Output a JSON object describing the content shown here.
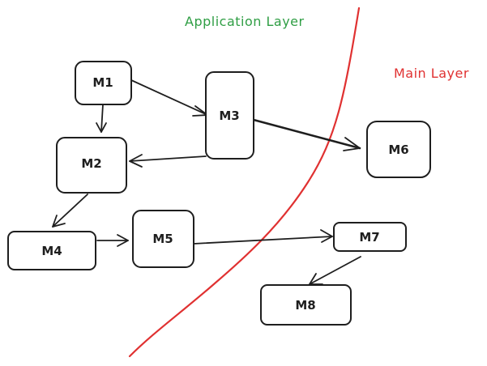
{
  "labels": {
    "application_layer": "Application Layer",
    "main_layer": "Main Layer"
  },
  "colors": {
    "application_layer": "#2f9e44",
    "main_layer": "#e03131",
    "stroke": "#1e1e1e"
  },
  "nodes": {
    "m1": "M1",
    "m2": "M2",
    "m3": "M3",
    "m4": "M4",
    "m5": "M5",
    "m6": "M6",
    "m7": "M7",
    "m8": "M8"
  },
  "edges": [
    {
      "from": "M1",
      "to": "M3"
    },
    {
      "from": "M1",
      "to": "M2"
    },
    {
      "from": "M3",
      "to": "M2"
    },
    {
      "from": "M3",
      "to": "M6"
    },
    {
      "from": "M2",
      "to": "M4"
    },
    {
      "from": "M4",
      "to": "M5"
    },
    {
      "from": "M5",
      "to": "M7"
    },
    {
      "from": "M7",
      "to": "M8"
    }
  ]
}
